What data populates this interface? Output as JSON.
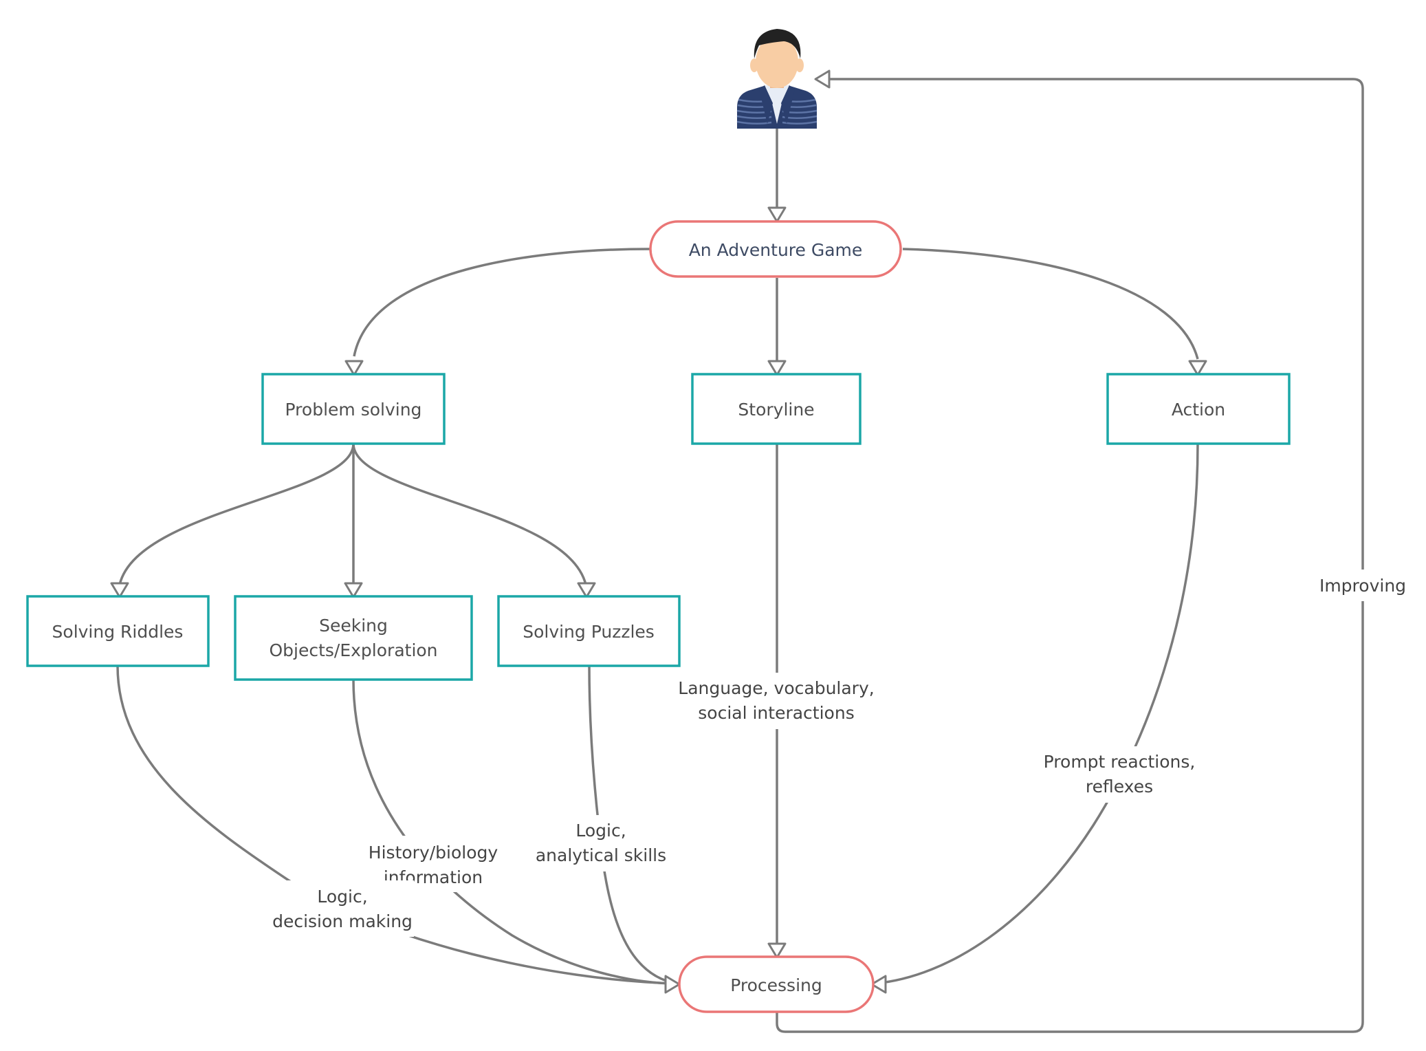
{
  "colors": {
    "edge": "#7b7b7b",
    "box_stroke": "#1ba7a7",
    "pill_stroke": "#ea7676",
    "person_jacket": "#2b3f6e",
    "person_skin": "#f8cda4",
    "person_hair": "#222222"
  },
  "icons": {
    "user": "person-icon"
  },
  "nodes": {
    "game": "An Adventure Game",
    "problem": "Problem solving",
    "storyline": "Storyline",
    "action": "Action",
    "riddles": "Solving Riddles",
    "seeking_line1": "Seeking",
    "seeking_line2": "Objects/Exploration",
    "puzzles": "Solving Puzzles",
    "processing": "Processing"
  },
  "edge_labels": {
    "storyline_line1": "Language, vocabulary,",
    "storyline_line2": "social interactions",
    "action_line1": "Prompt reactions,",
    "action_line2": "reflexes",
    "seeking_line1": "History/biology",
    "seeking_line2": "information",
    "puzzles_line1": "Logic,",
    "puzzles_line2": "analytical skills",
    "riddles_line1": "Logic,",
    "riddles_line2": "decision making",
    "feedback": "Improving"
  }
}
